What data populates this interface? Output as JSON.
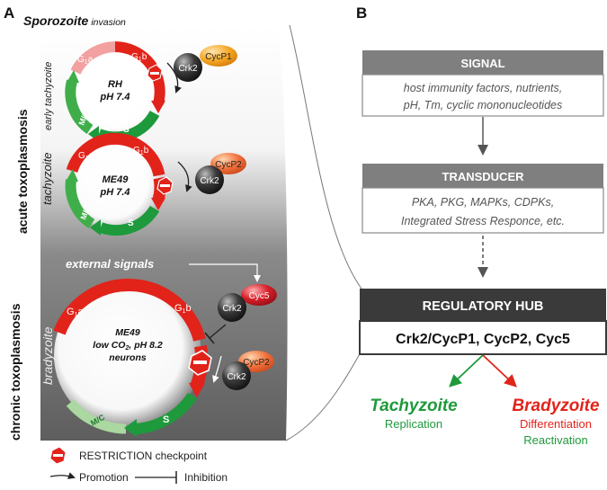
{
  "panel_a": {
    "letter": "A",
    "header_main": "Sporozoite",
    "header_sub": "invasion",
    "side_acute": "acute toxoplasmosis",
    "side_chronic": "chronic toxoplasmosis",
    "stage_early": "early tachyzoite",
    "stage_tachy": "tachyzoite",
    "stage_brady": "bradyzoite",
    "external_signals": "external signals",
    "cycle1": {
      "line1": "RH",
      "line2": "pH 7.4",
      "kinase": "Crk2",
      "cyclin": "CycP1"
    },
    "cycle2": {
      "line1": "ME49",
      "line2": "pH 7.4",
      "kinase": "Crk2",
      "cyclin": "CycP2"
    },
    "cycle3": {
      "line1": "ME49",
      "line2_pre": "low CO",
      "line2_sub": "2",
      "line2_post": ", pH 8.2",
      "line3": "neurons",
      "kinase_a": "Crk2",
      "cyclin_a": "Cyc5",
      "kinase_b": "Crk2",
      "cyclin_b": "CycP2"
    },
    "phases": {
      "g1": "G",
      "g1_sub": "1",
      "g1_suffix": "a",
      "g2": "G",
      "g2_sub": "1",
      "g2_suffix": "b",
      "s": "S",
      "mc": "M/C"
    }
  },
  "legend": {
    "restriction": "RESTRICTION checkpoint",
    "promotion": "Promotion",
    "inhibition": "Inhibition"
  },
  "panel_b": {
    "letter": "B",
    "signal_title": "SIGNAL",
    "signal_line1": "host immunity factors, nutrients,",
    "signal_line2": "pH, Tm, cyclic mononucleotides",
    "transducer_title": "TRANSDUCER",
    "transducer_line1": "PKA, PKG, MAPKs, CDPKs,",
    "transducer_line2": "Integrated Stress Responce, etc.",
    "hub_title": "REGULATORY HUB",
    "hub_body": "Crk2/CycP1, CycP2, Cyc5",
    "tachy_title": "Tachyzoite",
    "tachy_line1": "Replication",
    "brady_title": "Bradyzoite",
    "brady_line1": "Differentiation",
    "brady_line2": "Reactivation"
  },
  "colors": {
    "green": "#1e9a3c",
    "red": "#e2231a",
    "dark_box": "#3a3a3a",
    "grey_box": "#7f7f7f",
    "orange": "#f08a1c"
  }
}
